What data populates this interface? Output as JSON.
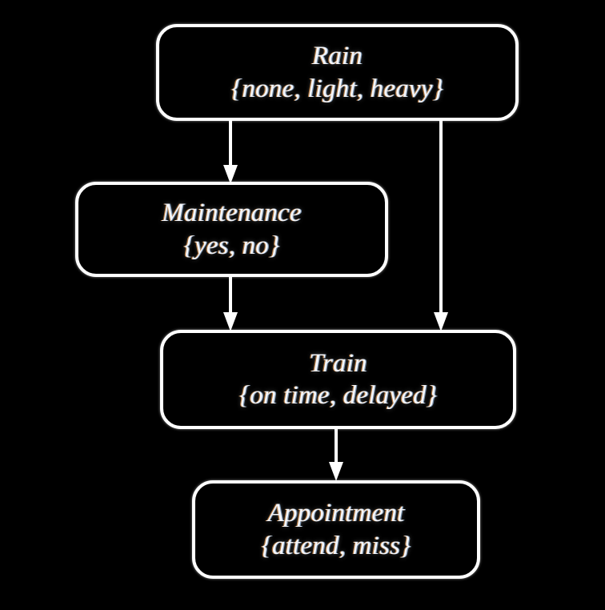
{
  "diagram": {
    "type": "bayesian-network",
    "background_color": "#000000",
    "node_border_color": "#ffffff",
    "text_color": "#f4f6fb",
    "edge_color": "#ffffff",
    "nodes": [
      {
        "id": "rain",
        "title": "Rain",
        "states_label": "{none, light, heavy}",
        "states": [
          "none",
          "light",
          "heavy"
        ]
      },
      {
        "id": "maintenance",
        "title": "Maintenance",
        "states_label": "{yes, no}",
        "states": [
          "yes",
          "no"
        ]
      },
      {
        "id": "train",
        "title": "Train",
        "states_label": "{on time, delayed}",
        "states": [
          "on time",
          "delayed"
        ]
      },
      {
        "id": "appointment",
        "title": "Appointment",
        "states_label": "{attend, miss}",
        "states": [
          "attend",
          "miss"
        ]
      }
    ],
    "edges": [
      {
        "id": "rain-maintenance",
        "from": "rain",
        "to": "maintenance"
      },
      {
        "id": "rain-train",
        "from": "rain",
        "to": "train"
      },
      {
        "id": "maint-train",
        "from": "maintenance",
        "to": "train"
      },
      {
        "id": "train-appt",
        "from": "train",
        "to": "appointment"
      }
    ]
  }
}
